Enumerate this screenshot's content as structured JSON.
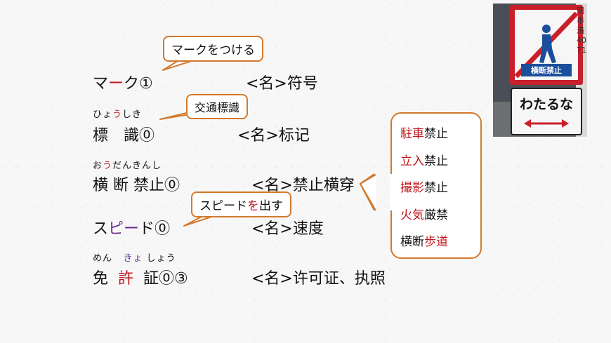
{
  "entries": [
    {
      "word_a": "マ",
      "word_b": "ー",
      "word_c": "ク",
      "accent": "①",
      "pos": "<名>",
      "meaning": "符号"
    },
    {
      "ruby_a": "ひょ",
      "ruby_b": "う",
      "ruby_c": "しき",
      "word": "標　識",
      "accent": "⓪",
      "pos": "<名>",
      "meaning": "标记"
    },
    {
      "ruby_a": "お",
      "ruby_b": "う",
      "ruby_c": "だんきんし",
      "word": "横 断 禁止",
      "accent": "⓪",
      "pos": "<名>",
      "meaning": "禁止横穿"
    },
    {
      "word_a": "ス",
      "word_b": "ピ",
      "word_c": "ー",
      "word_d": "ド",
      "accent": "⓪",
      "pos": "<名>",
      "meaning": "速度"
    },
    {
      "ruby_a": "めん",
      "ruby_b": "きょ",
      "ruby_c": "しょう",
      "word_a": "免",
      "word_b": "許",
      "word_c": "証",
      "accent": "⓪③",
      "pos": "<名>",
      "meaning": "许可证、执照"
    }
  ],
  "callouts": {
    "mark": "マークをつける",
    "sign": "交通標識",
    "speed_a": "スピード",
    "speed_b": "を",
    "speed_c": "出す"
  },
  "notes": [
    {
      "a": "駐車",
      "b": "禁止"
    },
    {
      "a": "立入",
      "b": "禁止"
    },
    {
      "a": "撮影",
      "b": "禁止"
    },
    {
      "a": "火気",
      "b": "厳禁"
    },
    {
      "a": "横断",
      "b": "歩道"
    }
  ],
  "photo": {
    "sign_label": "横断禁止",
    "sign_text": "わたるな",
    "pole_text": "岡市満4071"
  }
}
